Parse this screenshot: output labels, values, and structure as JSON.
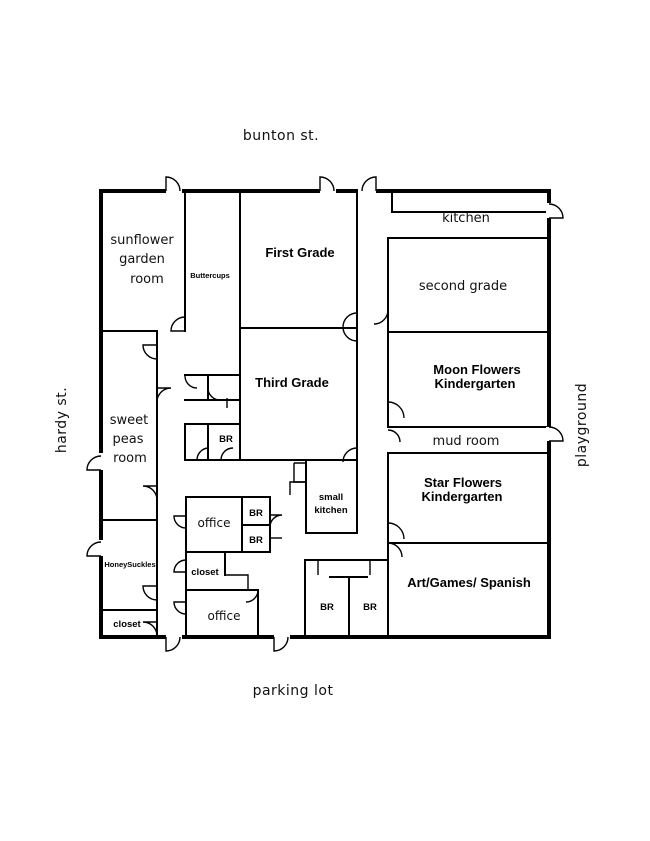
{
  "streets": {
    "north": "bunton st.",
    "south": "parking lot",
    "west": "hardy st.",
    "east": "playground"
  },
  "rooms": {
    "sunflower": [
      "sunflower",
      "garden",
      "room"
    ],
    "buttercups": "Buttercups",
    "first_grade": "First Grade",
    "kitchen": "kitchen",
    "second_grade": "second grade",
    "third_grade": "Third Grade",
    "moon_flowers": [
      "Moon Flowers",
      "Kindergarten"
    ],
    "mud_room": "mud room",
    "sweet_peas": [
      "sweet",
      "peas",
      "room"
    ],
    "br_small": "BR",
    "small_kitchen": [
      "small",
      "kitchen"
    ],
    "star_flowers": [
      "Star Flowers",
      "Kindergarten"
    ],
    "office_upper": "office",
    "br_office_1": "BR",
    "br_office_2": "BR",
    "honeysuckles": "HoneySuckles",
    "closet_mid": "closet",
    "art_games": "Art/Games/ Spanish",
    "br_south_1": "BR",
    "br_south_2": "BR",
    "office_lower": "office",
    "closet_lower": "closet"
  }
}
